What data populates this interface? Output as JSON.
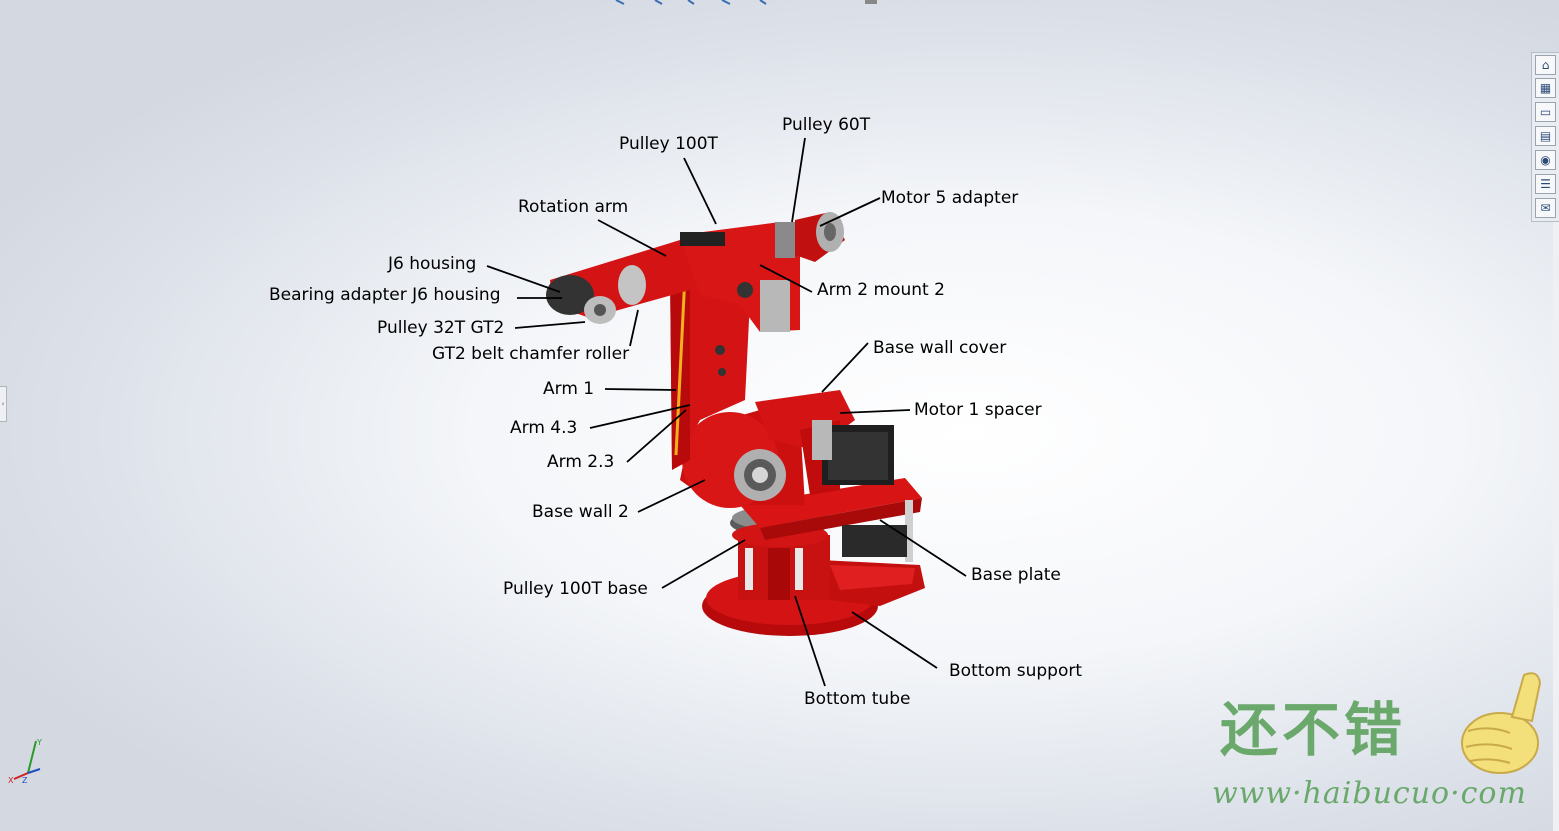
{
  "labels": {
    "pulley_100t": "Pulley 100T",
    "pulley_60t": "Pulley 60T",
    "motor5_adapter": "Motor 5 adapter",
    "rotation_arm": "Rotation arm",
    "j6_housing": "J6 housing",
    "bearing_adapter": "Bearing adapter J6 housing",
    "arm2_mount2": "Arm 2 mount 2",
    "pulley_32t": "Pulley 32T GT2",
    "gt2_roller": "GT2 belt chamfer roller",
    "base_wall_cover": "Base wall cover",
    "arm1": "Arm 1",
    "motor1_spacer": "Motor 1 spacer",
    "arm43": "Arm 4.3",
    "arm23": "Arm 2.3",
    "base_wall2": "Base wall 2",
    "base_plate": "Base plate",
    "pulley_100t_base": "Pulley 100T base",
    "bottom_support": "Bottom support",
    "bottom_tube": "Bottom tube"
  },
  "task_pane": {
    "icons": [
      "home-icon",
      "parts-library-icon",
      "file-explorer-icon",
      "view-palette-icon",
      "appearances-icon",
      "custom-properties-icon",
      "forum-icon"
    ]
  },
  "triad": {
    "x": "X",
    "y": "Y",
    "z": "Z"
  },
  "watermark": {
    "cn": "还不错",
    "url": "www·haibucuo·com"
  },
  "colors": {
    "part_red": "#d40f0f",
    "leader": "#000000",
    "watermark": "#6aa86c"
  }
}
